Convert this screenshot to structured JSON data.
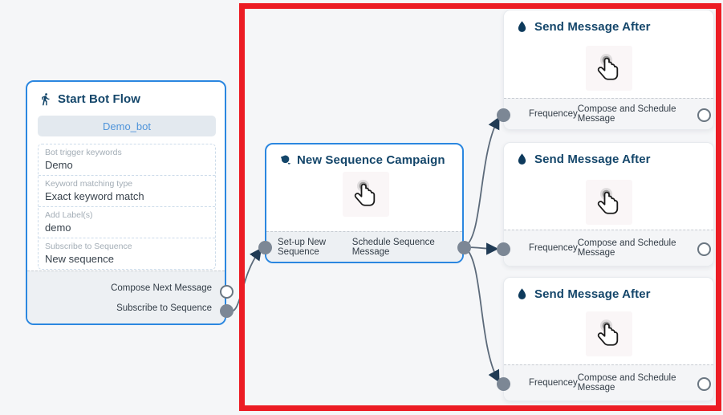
{
  "page": {
    "background": "#f5f6f8"
  },
  "highlight": {
    "color": "#ec1c24"
  },
  "icons": {
    "start": "walking-person-icon",
    "campaign": "ink-campaign-icon",
    "send_after": "water-drop-icon",
    "placeholder": "hand-pointer-cursor"
  },
  "edges": {
    "stroke": "#5c6a7a",
    "arrow": "#203b55",
    "port_fill": "#7c8795"
  },
  "nodes": {
    "start_bot_flow": {
      "title": "Start Bot Flow",
      "bot_name": "Demo_bot",
      "fields": [
        {
          "label": "Bot trigger keywords",
          "value": "Demo"
        },
        {
          "label": "Keyword matching type",
          "value": "Exact keyword match"
        },
        {
          "label": "Add Label(s)",
          "value": "demo"
        },
        {
          "label": "Subscribe to Sequence",
          "value": "New sequence"
        }
      ],
      "outputs": [
        {
          "label": "Compose Next Message",
          "port": "open"
        },
        {
          "label": "Subscribe to Sequence",
          "port": "filled"
        }
      ]
    },
    "new_sequence_campaign": {
      "title": "New Sequence Campaign",
      "outputs": [
        {
          "label": "Set-up New Sequence"
        },
        {
          "label": "Schedule Sequence Message"
        }
      ]
    },
    "send_message_after": [
      {
        "title": "Send Message After",
        "left_label": "Frequencey",
        "right_label": "Compose and Schedule Message"
      },
      {
        "title": "Send Message After",
        "left_label": "Frequencey",
        "right_label": "Compose and Schedule Message"
      },
      {
        "title": "Send Message After",
        "left_label": "Frequencey",
        "right_label": "Compose and Schedule Message"
      }
    ]
  }
}
